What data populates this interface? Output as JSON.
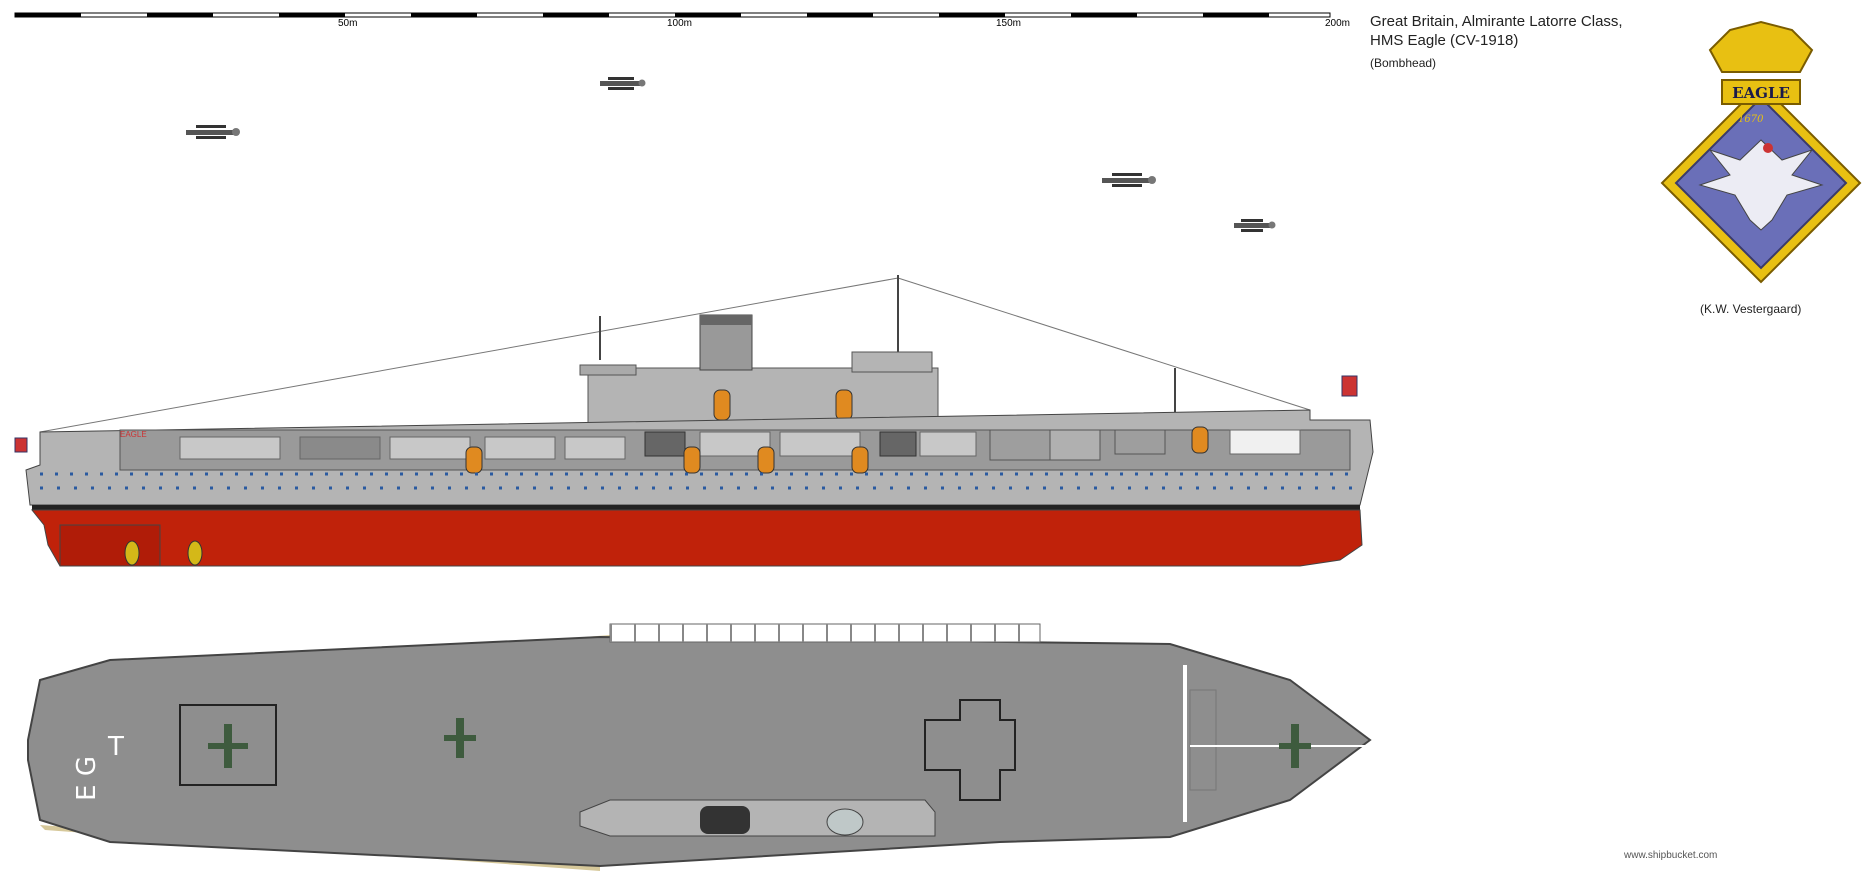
{
  "scale": {
    "labels": [
      "50m",
      "100m",
      "150m",
      "200m"
    ]
  },
  "info": {
    "line1": "Great Britain, Almirante Latorre Class,",
    "line2": "HMS Eagle (CV-1918)",
    "author": "(Bombhead)"
  },
  "crest": {
    "name": "EAGLE",
    "year": "1670",
    "credit": "(K.W. Vestergaard)"
  },
  "deck_markings": {
    "letter_t": "T",
    "letters_eg": "E G"
  },
  "hull_name": "EAGLE",
  "footer": "www.shipbucket.com",
  "colors": {
    "hull_upper": "#b4b4b4",
    "hull_lower": "#c0220a",
    "deck": "#8e8e8e",
    "crest_field": "#6a6fb8",
    "crest_gold": "#e8c012"
  }
}
